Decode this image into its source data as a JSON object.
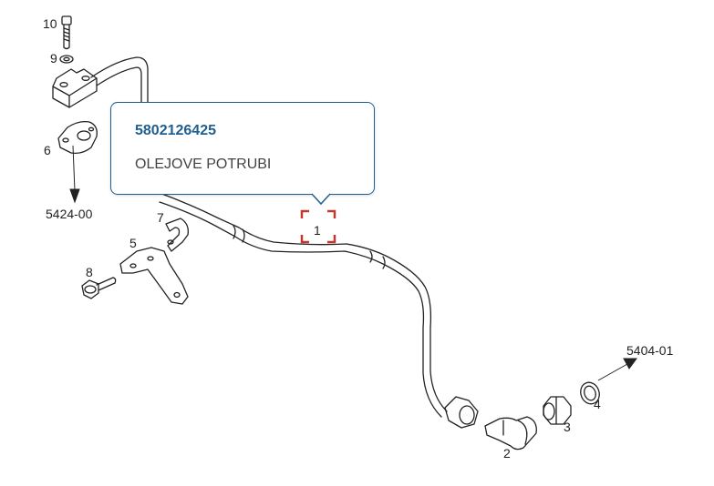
{
  "callouts": {
    "c10": "10",
    "c9": "9",
    "c6": "6",
    "c7": "7",
    "c5": "5",
    "c8": "8",
    "c1": "1",
    "c2": "2",
    "c3": "3",
    "c4": "4",
    "ref_left": "5424-00",
    "ref_right": "5404-01"
  },
  "tooltip": {
    "part_number": "5802126425",
    "description": "OLEJOVE POTRUBI"
  },
  "colors": {
    "tooltip_border": "#1f5f8f",
    "part_number_text": "#1f5f8f",
    "highlight_box": "#c0392b",
    "line_art": "#222222"
  }
}
